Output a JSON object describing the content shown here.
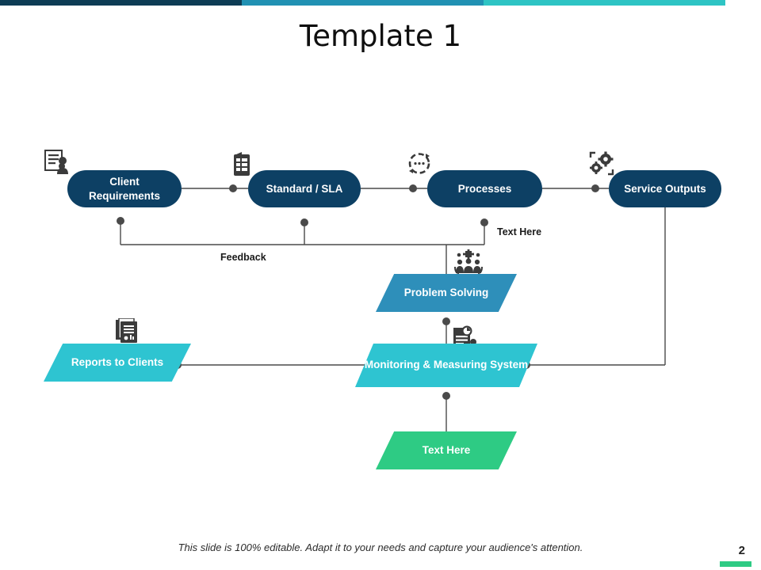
{
  "top_bar": {
    "segments": [
      {
        "name": "segment-dark",
        "color": "#0d3c55"
      },
      {
        "name": "segment-teal",
        "color": "#2191b3"
      },
      {
        "name": "segment-turquoise",
        "color": "#2ec4c4"
      }
    ]
  },
  "header": {
    "title": "Template 1"
  },
  "diagram": {
    "nodes": [
      {
        "id": "client",
        "label": "Client Requirements",
        "shape": "pill",
        "color": "#0d4064",
        "icon": "document-person-icon"
      },
      {
        "id": "standard",
        "label": "Standard / SLA",
        "shape": "pill",
        "color": "#0d4064",
        "icon": "clipboard-list-icon"
      },
      {
        "id": "processes",
        "label": "Processes",
        "shape": "pill",
        "color": "#0d4064",
        "icon": "circular-arrows-icon"
      },
      {
        "id": "service",
        "label": "Service Outputs",
        "shape": "pill",
        "color": "#0d4064",
        "icon": "gears-icon"
      }
    ],
    "banners": [
      {
        "id": "problem",
        "label": "Problem Solving",
        "color": "#2e8fba",
        "icon": "team-meeting-icon"
      },
      {
        "id": "reports",
        "label": "Reports to Clients",
        "color": "#2ec4d1",
        "icon": "report-documents-icon"
      },
      {
        "id": "monitoring",
        "label": "Monitoring & Measuring System",
        "color": "#2ec4d1",
        "icon": "measure-chart-person-icon"
      },
      {
        "id": "text_here",
        "label": "Text Here",
        "color": "#2ecb84",
        "icon": "none"
      }
    ],
    "labels": {
      "feedback": "Feedback",
      "text_here": "Text Here"
    },
    "connector_color": "#4a4a4a"
  },
  "footer": {
    "note": "This slide is 100% editable. Adapt it to your needs and capture your audience's attention.",
    "page_number": "2",
    "accent_color": "#2ecb84"
  }
}
